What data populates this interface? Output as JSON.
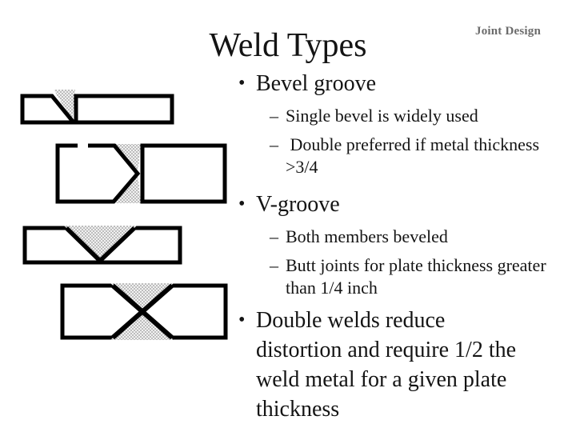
{
  "slide": {
    "corner_label": "Joint Design",
    "title": "Weld Types",
    "markers": {
      "level1": "•",
      "level2": "–"
    },
    "bullets": [
      {
        "level": 1,
        "text": "Bevel groove"
      },
      {
        "level": 2,
        "text": "Single bevel is widely used"
      },
      {
        "level": 2,
        "text": " Double preferred if metal thickness\n>3/4"
      },
      {
        "level": 1,
        "text": "V-groove"
      },
      {
        "level": 2,
        "text": "Both members beveled"
      },
      {
        "level": 2,
        "text": "Butt joints for plate thickness greater\nthan 1/4 inch"
      },
      {
        "level": 1,
        "text": "Double welds reduce\ndistortion and require 1/2 the\nweld metal for a given plate\nthickness"
      }
    ],
    "diagrams": [
      {
        "name": "single-bevel-groove",
        "description": "Single bevel groove butt joint: left plate beveled, stippled weld metal triangle"
      },
      {
        "name": "double-bevel-groove",
        "description": "Double bevel groove butt joint: left plate double-beveled to a point, stippled weld metal strip"
      },
      {
        "name": "v-groove",
        "description": "Single V-groove butt joint: both members beveled, stippled weld metal V"
      },
      {
        "name": "double-v-groove",
        "description": "Double V-groove (X) butt joint: stippled weld metal hourglass"
      }
    ],
    "colors": {
      "background": "#ffffff",
      "text": "#141414",
      "corner": "#6b6b6b",
      "stroke": "#000000",
      "weld_bg": "#f1f1f1",
      "weld_dot": "#3a3a3a"
    }
  }
}
